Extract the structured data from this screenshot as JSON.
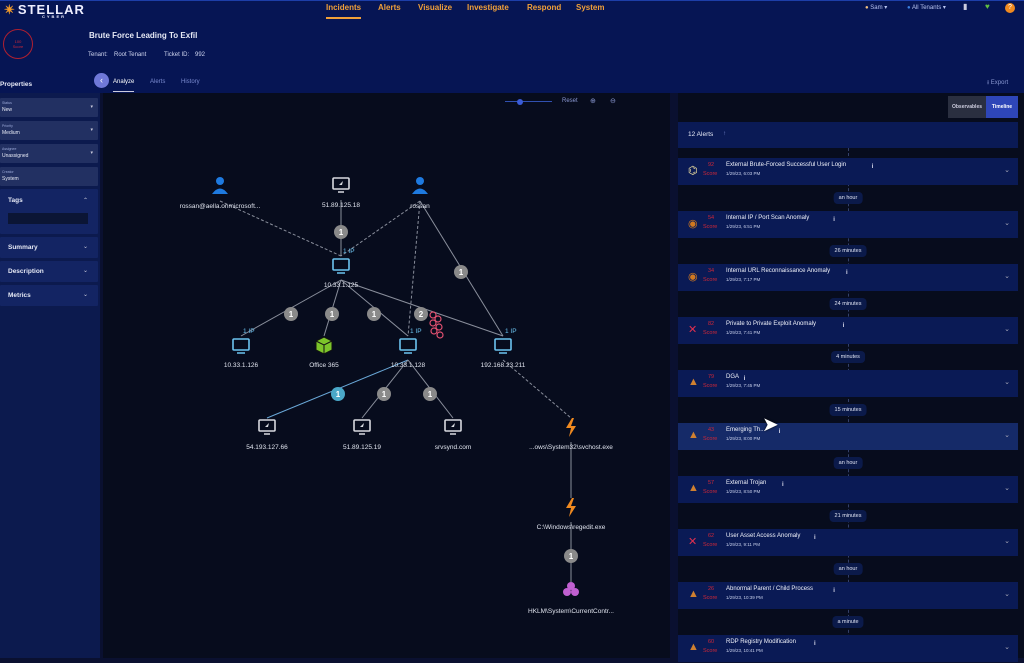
{
  "app": {
    "logo": "STELLAR",
    "logo_sub": "CYBER"
  },
  "nav": [
    "Incidents",
    "Alerts",
    "Visualize",
    "Investigate",
    "Respond",
    "System"
  ],
  "topbar": {
    "user": "Sam ▾",
    "tenants": "All Tenants ▾"
  },
  "incident": {
    "score": "100",
    "score_label": "Score",
    "title": "Brute Force Leading To Exfil",
    "tenant_label": "Tenant:",
    "tenant": "Root Tenant",
    "ticket_label": "Ticket ID:",
    "ticket": "992"
  },
  "tabs": [
    "Analyze",
    "Alerts",
    "History"
  ],
  "export": "Export",
  "sidebar": {
    "heading": "Properties",
    "fields": [
      {
        "label": "Status",
        "value": "New",
        "dropdown": true
      },
      {
        "label": "Priority",
        "value": "Medium",
        "dropdown": true
      },
      {
        "label": "Assignee",
        "value": "Unassigned",
        "dropdown": true
      },
      {
        "label": "Creator",
        "value": "System",
        "dropdown": false
      }
    ],
    "sections": [
      "Tags",
      "Summary",
      "Description",
      "Metrics"
    ]
  },
  "graph_toolbar": {
    "reset": "Reset",
    "zoom_slider": 0.3
  },
  "graph": {
    "nodes": [
      {
        "id": "u1",
        "type": "user",
        "label": "rossan@aella.onmicrosoft..."
      },
      {
        "id": "e1",
        "type": "external",
        "label": "51.89.125.18"
      },
      {
        "id": "u2",
        "type": "user",
        "label": "rossan"
      },
      {
        "id": "h125",
        "type": "host",
        "label": "10.33.1.125",
        "tag": "1 IP"
      },
      {
        "id": "h126",
        "type": "host",
        "label": "10.33.1.126",
        "tag": "1 IP"
      },
      {
        "id": "o365",
        "type": "app",
        "label": "Office 365"
      },
      {
        "id": "h128",
        "type": "host",
        "label": "10.33.1.128",
        "tag": "1 IP"
      },
      {
        "id": "h211",
        "type": "host",
        "label": "192.168.23.211",
        "tag": "1 IP"
      },
      {
        "id": "e2",
        "type": "external",
        "label": "54.193.127.66"
      },
      {
        "id": "e3",
        "type": "external",
        "label": "51.89.125.19"
      },
      {
        "id": "e4",
        "type": "external",
        "label": "srvsynd.com"
      },
      {
        "id": "p1",
        "type": "process",
        "label": "...ows\\System32\\svchost.exe"
      },
      {
        "id": "p2",
        "type": "process",
        "label": "C:\\Windows\\regedit.exe"
      },
      {
        "id": "r1",
        "type": "registry",
        "label": "HKLM\\System\\CurrentContr..."
      }
    ],
    "edges": [
      {
        "from": "e1",
        "to": "h125",
        "count": "1",
        "style": "solid"
      },
      {
        "from": "u1",
        "to": "h125",
        "style": "dashed"
      },
      {
        "from": "u2",
        "to": "h125",
        "style": "dashed"
      },
      {
        "from": "u2",
        "to": "h128",
        "style": "dashed"
      },
      {
        "from": "u2",
        "to": "h211",
        "count": "1",
        "style": "solid"
      },
      {
        "from": "h125",
        "to": "h126",
        "count": "1",
        "style": "solid"
      },
      {
        "from": "h125",
        "to": "o365",
        "count": "1",
        "style": "solid"
      },
      {
        "from": "h125",
        "to": "h128",
        "count": "1",
        "style": "solid"
      },
      {
        "from": "h125",
        "to": "h211",
        "count": "2",
        "style": "solid"
      },
      {
        "from": "h128",
        "to": "e2",
        "count": "1",
        "style": "solid",
        "highlight": true
      },
      {
        "from": "h128",
        "to": "e3",
        "count": "1",
        "style": "solid"
      },
      {
        "from": "h128",
        "to": "e4",
        "count": "1",
        "style": "solid"
      },
      {
        "from": "h211",
        "to": "p1",
        "style": "dashed"
      },
      {
        "from": "p1",
        "to": "p2",
        "style": "solid"
      },
      {
        "from": "p2",
        "to": "r1",
        "count": "1",
        "style": "solid"
      }
    ]
  },
  "right": {
    "toggle": [
      "Observables",
      "Timeline"
    ],
    "active_toggle": "Timeline",
    "alerts_count": "12 Alerts",
    "alerts": [
      {
        "score": "92",
        "title": "External Brute-Forced Successful User Login",
        "time": "1/29/23, 6:03 PM",
        "icon": "binoculars-icon",
        "gap": "an hour"
      },
      {
        "score": "54",
        "title": "Internal IP / Port Scan Anomaly",
        "time": "1/29/23, 6:51 PM",
        "icon": "ring-icon",
        "gap": "26 minutes"
      },
      {
        "score": "34",
        "title": "Internal URL Reconnaissance Anomaly",
        "time": "1/29/23, 7:17 PM",
        "icon": "ring-icon",
        "gap": "24 minutes"
      },
      {
        "score": "82",
        "title": "Private to Private Exploit Anomaly",
        "time": "1/29/23, 7:41 PM",
        "icon": "network-icon",
        "gap": "4 minutes"
      },
      {
        "score": "79",
        "title": "DGA",
        "time": "1/29/23, 7:45 PM",
        "icon": "wizard-hat-icon",
        "gap": "15 minutes"
      },
      {
        "score": "43",
        "title": "Emerging Th...",
        "time": "1/29/23, 8:00 PM",
        "icon": "wizard-hat-icon",
        "gap": "an hour"
      },
      {
        "score": "57",
        "title": "External Trojan",
        "time": "1/29/23, 8:50 PM",
        "icon": "wizard-hat-icon",
        "gap": "21 minutes"
      },
      {
        "score": "62",
        "title": "User Asset Access Anomaly",
        "time": "1/29/23, 9:11 PM",
        "icon": "network-icon",
        "gap": "an hour"
      },
      {
        "score": "26",
        "title": "Abnormal Parent / Child Process",
        "time": "1/29/23, 10:39 PM",
        "icon": "wizard-hat-icon",
        "gap": "a minute"
      },
      {
        "score": "60",
        "title": "RDP Registry Modification",
        "time": "1/29/23, 10:41 PM",
        "icon": "wizard-hat-icon"
      }
    ],
    "score_label": "Score"
  },
  "colors": {
    "accent": "#f0a03a",
    "score": "#d02838",
    "toggle_active": "#2e46b8"
  }
}
